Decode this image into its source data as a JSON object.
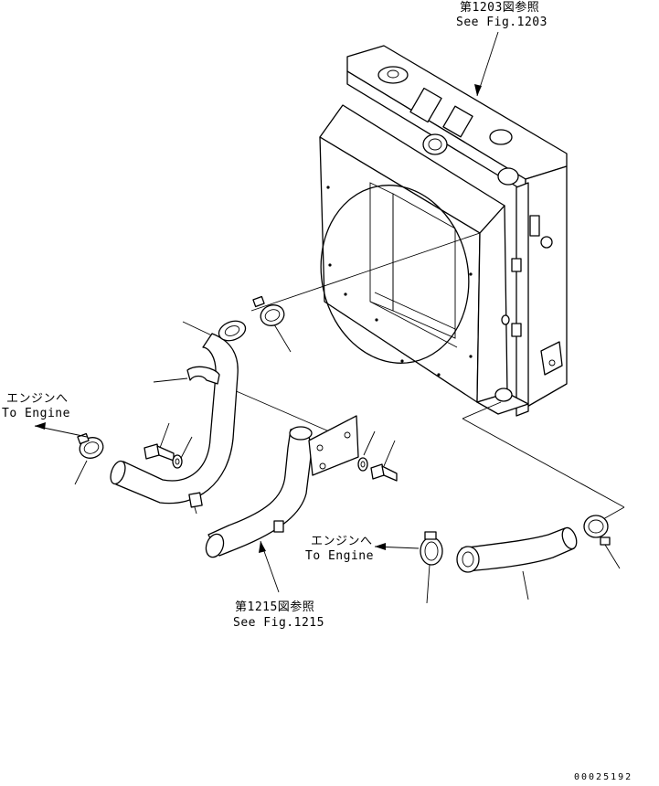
{
  "annotations": {
    "ref_top_jp": "第1203図参照",
    "ref_top_en": "See Fig.1203",
    "engine_left_jp": "エンジンへ",
    "engine_left_en": "To Engine",
    "engine_mid_jp": "エンジンへ",
    "engine_mid_en": "To Engine",
    "ref_bottom_jp": "第1215図参照",
    "ref_bottom_en": "See Fig.1215"
  },
  "drawing_code": "00025192"
}
